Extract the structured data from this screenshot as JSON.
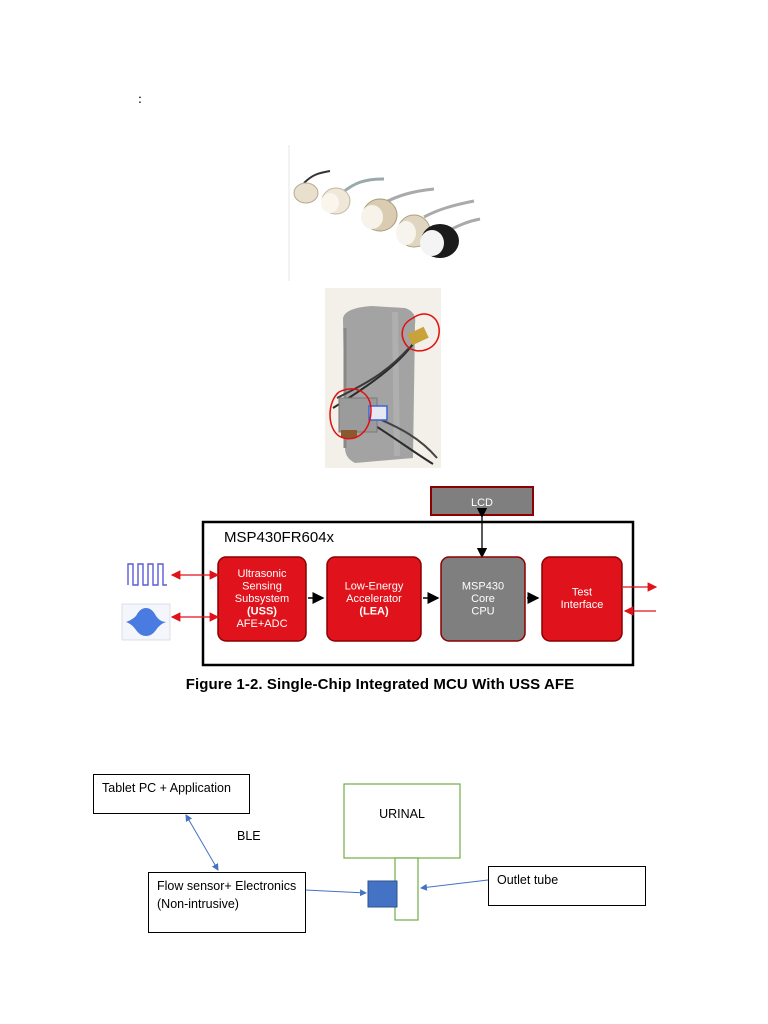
{
  "intro": {
    "colon": ":"
  },
  "photos": {
    "sensors": {
      "name": "ultrasonic-transducers-photo"
    },
    "pipe": {
      "name": "pipe-with-mounted-transducers-photo"
    }
  },
  "mcu_diagram": {
    "chip_label": "MSP430FR604x",
    "lcd": "LCD",
    "blocks": [
      {
        "lines": [
          "Ultrasonic",
          "Sensing",
          "Subsystem"
        ],
        "bold": "(USS)",
        "after": "AFE+ADC",
        "color": "#e0121b"
      },
      {
        "lines": [
          "Low-Energy",
          "Accelerator"
        ],
        "bold": "(LEA)",
        "after": "",
        "color": "#e0121b"
      },
      {
        "lines": [
          "MSP430",
          "Core",
          "CPU"
        ],
        "bold": "",
        "after": "",
        "color": "#7f7f7f"
      },
      {
        "lines": [
          "Test",
          "Interface"
        ],
        "bold": "",
        "after": "",
        "color": "#e0121b"
      }
    ],
    "caption": "Figure 1-2. Single-Chip Integrated MCU With USS AFE"
  },
  "system_diagram": {
    "tablet": "Tablet PC + Application",
    "ble": "BLE",
    "urinal": "URINAL",
    "flow_sensor": "Flow sensor+ Electronics (Non-intrusive)",
    "outlet": "Outlet tube",
    "colors": {
      "urinal_green": "#70ad47",
      "arrow_blue": "#4472c4",
      "sensor_blue": "#4472c4"
    }
  }
}
